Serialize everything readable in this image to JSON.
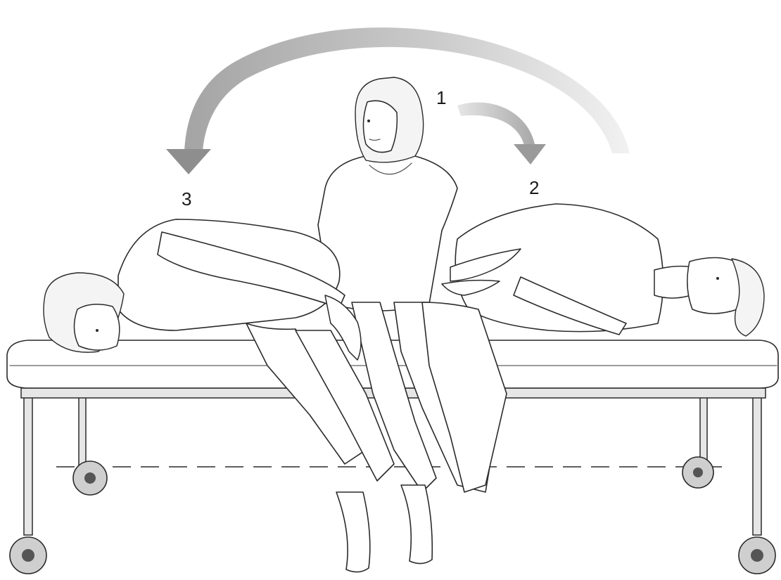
{
  "steps": [
    {
      "label": "1"
    },
    {
      "label": "2"
    },
    {
      "label": "3"
    }
  ]
}
